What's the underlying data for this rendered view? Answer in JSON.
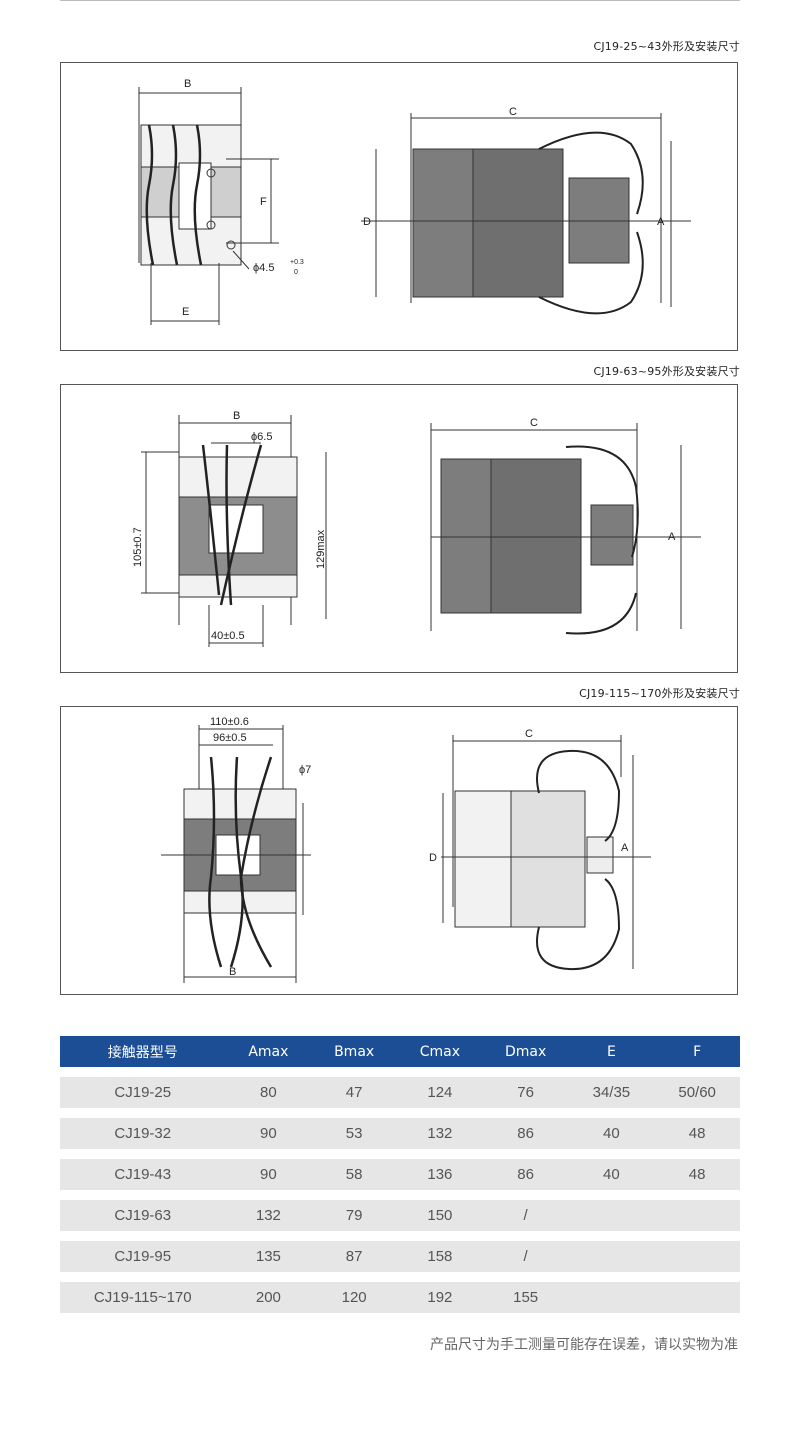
{
  "captions": {
    "panel1": "CJ19-25~43外形及安装尺寸",
    "panel2": "CJ19-63~95外形及安装尺寸",
    "panel3": "CJ19-115~170外形及安装尺寸"
  },
  "panel1": {
    "B": "B",
    "F": "F",
    "E": "E",
    "phi": "ϕ4.5",
    "tol_top": "+0.3",
    "tol_bot": "0",
    "C": "C",
    "D": "D",
    "A": "A"
  },
  "panel2": {
    "B": "B",
    "phi": "ϕ6.5",
    "h1": "105±0.7",
    "h2": "129max",
    "w": "40±0.5",
    "C": "C",
    "A": "A"
  },
  "panel3": {
    "w1": "110±0.6",
    "w2": "96±0.5",
    "phi": "ϕ7",
    "B": "B",
    "C": "C",
    "D": "D",
    "A": "A"
  },
  "table": {
    "headers": [
      "接触器型号",
      "Amax",
      "Bmax",
      "Cmax",
      "Dmax",
      "E",
      "F"
    ],
    "rows": [
      [
        "CJ19-25",
        "80",
        "47",
        "124",
        "76",
        "34/35",
        "50/60"
      ],
      [
        "CJ19-32",
        "90",
        "53",
        "132",
        "86",
        "40",
        "48"
      ],
      [
        "CJ19-43",
        "90",
        "58",
        "136",
        "86",
        "40",
        "48"
      ],
      [
        "CJ19-63",
        "132",
        "79",
        "150",
        "/",
        "",
        ""
      ],
      [
        "CJ19-95",
        "135",
        "87",
        "158",
        "/",
        "",
        ""
      ],
      [
        "CJ19-115~170",
        "200",
        "120",
        "192",
        "155",
        "",
        ""
      ]
    ]
  },
  "note": "产品尺寸为手工测量可能存在误差，请以实物为准",
  "colors": {
    "header_bg": "#1c4e96",
    "row_bg": "#e6e6e6",
    "body_gray": "#7d7d7d"
  }
}
